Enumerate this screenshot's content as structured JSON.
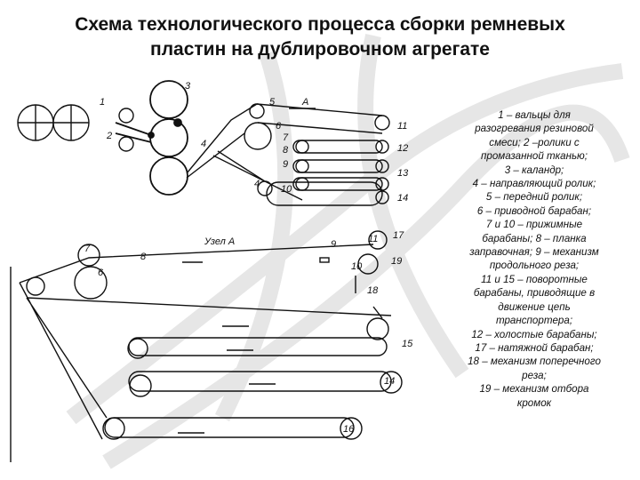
{
  "title": {
    "line1": "Схема технологического процесса сборки   ремневых",
    "line2": "пластин на дублировочном агрегате"
  },
  "diagram_labels": {
    "n1": "1",
    "n2": "2",
    "n3": "3",
    "n4a": "4",
    "n4b": "4",
    "n5": "5",
    "n6a": "6",
    "n6b": "6",
    "n7a": "7",
    "n7b": "7",
    "n8": "8",
    "n9a": "9",
    "n9b": "9",
    "n10a": "10",
    "n10b": "10",
    "n11a": "11",
    "n11b": "11",
    "n12": "12",
    "n13": "13",
    "n14a": "14",
    "n14b": "14",
    "n15": "15",
    "n16": "16",
    "n17": "17",
    "n18": "18",
    "n19": "19",
    "A": "А",
    "uzel": "Узел А"
  },
  "legend": [
    "1 – вальцы для",
    "разогревания резиновой",
    "смеси; 2 –ролики с",
    "промазанной тканью;",
    "3 – каландр;",
    "4 – направляющий ролик;",
    "5 – передний ролик;",
    "6 – приводной барабан;",
    "7 и 10 – прижимные",
    "барабаны; 8 – планка",
    "заправочная; 9 – механизм",
    "продольного реза;",
    "11 и 15 – поворотные",
    "барабаны, приводящие в",
    "движение цепь",
    "транспортера;",
    "12 – холостые барабаны;",
    "17 – натяжной барабан;",
    "18 – механизм поперечного",
    "реза;",
    "19 – механизм отбора",
    "кромок"
  ]
}
